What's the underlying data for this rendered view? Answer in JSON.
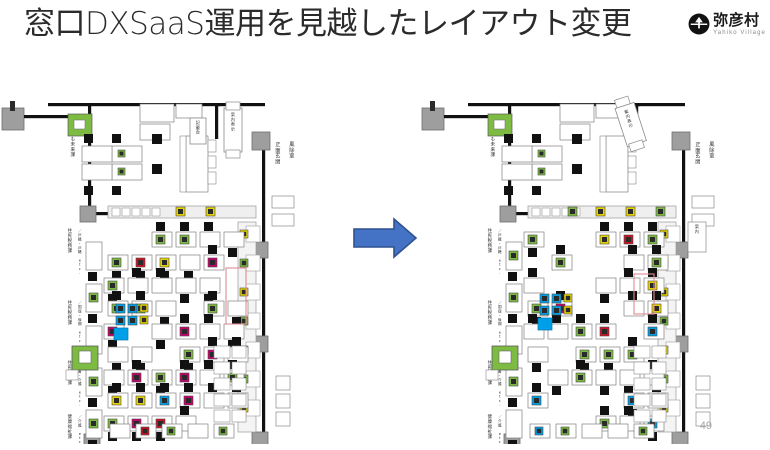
{
  "header": {
    "title": "窓口DXSaaS運用を見越したレイアウト変更",
    "logo": {
      "mark": "yahiko-torii-circle-mark",
      "jp_name": "弥彦村",
      "en_name": "Yahiko Village"
    }
  },
  "arrow": {
    "name": "transition-arrow",
    "direction": "right",
    "fill": "#4472C4",
    "stroke": "#2F528F"
  },
  "footer": {
    "page_number": "49"
  },
  "palette": {
    "wall": "#111111",
    "pillar": "#9E9E9E",
    "pillar_stroke": "#6E6E6E",
    "furniture_fill": "#FFFFFF",
    "furniture_stroke": "#808080",
    "counter_fill": "#EFEFEF",
    "chair": "#111111",
    "green": "#7DBB42",
    "green_dark": "#5E9B2A",
    "yellow": "#E8D500",
    "yellow_dark": "#B7A800",
    "blue": "#00A0E9",
    "blue_dark": "#0077AD",
    "magenta": "#C7006B",
    "red": "#CC1122",
    "grey_block": "#BFBFBF",
    "pink_outline": "#E08A93"
  },
  "plans": [
    {
      "id": "plan-before",
      "name": "floor-plan-before",
      "entrance_label": "こども未来課",
      "front_labels": [
        "正面玄関",
        "風除室"
      ],
      "room_labels": [
        "記載台",
        "案内表示"
      ],
      "side_labels": [
        {
          "main": "住民税務課",
          "sub": "／戸籍・戸籍 etc."
        },
        {
          "main": "住民税務課",
          "sub": "／国保・後期 etc."
        },
        {
          "main": "住民税務課",
          "sub": "／障害・介護 etc."
        },
        {
          "main": "健康福祉課",
          "sub": "／介護 etc."
        }
      ]
    },
    {
      "id": "plan-after",
      "name": "floor-plan-after",
      "entrance_label": "こども未来課",
      "front_labels": [
        "正面玄関",
        "風除室"
      ],
      "room_labels": [
        "案内表示"
      ],
      "side_labels": [
        {
          "main": "住民税務課",
          "sub": "／戸籍・戸籍 etc."
        },
        {
          "main": "住民税務課",
          "sub": "／国保・後期 etc."
        },
        {
          "main": "住民税務課",
          "sub": "／障害・介護 etc."
        },
        {
          "main": "健康福祉課",
          "sub": "／介護 etc."
        }
      ]
    }
  ],
  "legend_note": "",
  "chart_data": {
    "type": "diagram",
    "title": "窓口DXSaaS運用を見越したレイアウト変更",
    "panels": [
      "before",
      "after"
    ],
    "symbols": [
      {
        "color": "#111111",
        "meaning": "chair"
      },
      {
        "color": "#FFFFFF",
        "meaning": "desk"
      },
      {
        "color": "#7DBB42",
        "meaning": "green-workstation"
      },
      {
        "color": "#E8D500",
        "meaning": "yellow-workstation"
      },
      {
        "color": "#00A0E9",
        "meaning": "blue-workstation"
      },
      {
        "color": "#C7006B",
        "meaning": "magenta-workstation"
      },
      {
        "color": "#CC1122",
        "meaning": "red-workstation"
      },
      {
        "color": "#9E9E9E",
        "meaning": "pillar"
      }
    ]
  }
}
